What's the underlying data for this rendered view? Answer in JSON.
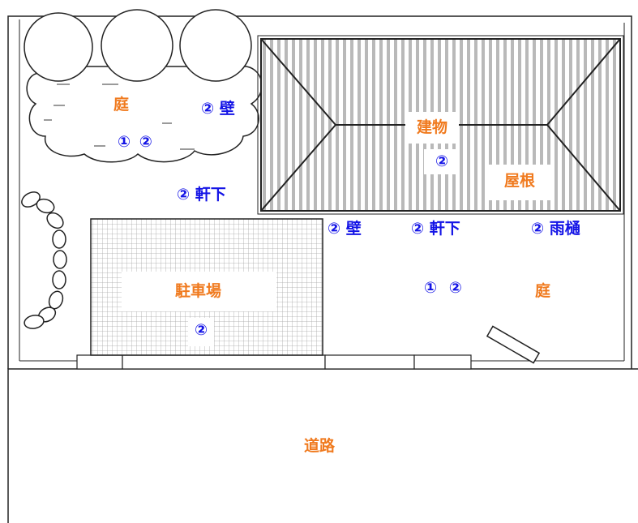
{
  "labels": {
    "garden_top_left": "庭",
    "garden_top_left_marks": "① ②",
    "wall_top": "② 壁",
    "eaves_left": "② 軒下",
    "building": "建物",
    "building_mark": "②",
    "roof": "屋根",
    "wall_bottom": "② 壁",
    "eaves_bottom": "② 軒下",
    "gutter": "② 雨樋",
    "parking": "駐車場",
    "parking_mark": "②",
    "garden_right_marks": "① ②",
    "garden_right": "庭",
    "road": "道路"
  },
  "colors": {
    "area_label": "#f07a1e",
    "mark_label": "#1414e6",
    "line": "#222222",
    "grid": "#9a9a9a"
  },
  "icons": [
    "tree-icon",
    "stepping-stones-icon",
    "drain-pipe-icon"
  ]
}
